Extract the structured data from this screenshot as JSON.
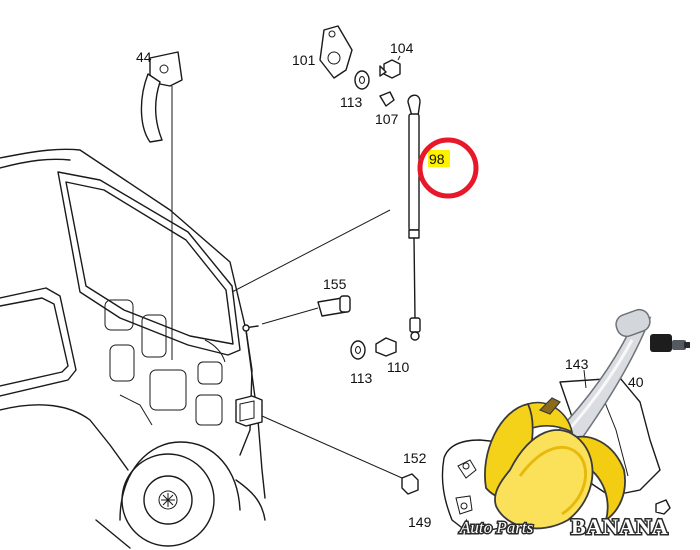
{
  "callouts": [
    {
      "key": "c44",
      "text": "44"
    },
    {
      "key": "c101",
      "text": "101"
    },
    {
      "key": "c104",
      "text": "104"
    },
    {
      "key": "c113a",
      "text": "113"
    },
    {
      "key": "c107",
      "text": "107"
    },
    {
      "key": "c98",
      "text": "98"
    },
    {
      "key": "c155",
      "text": "155"
    },
    {
      "key": "c113b",
      "text": "113"
    },
    {
      "key": "c110",
      "text": "110"
    },
    {
      "key": "c143",
      "text": "143"
    },
    {
      "key": "c140",
      "text": "40"
    },
    {
      "key": "c152",
      "text": "152"
    },
    {
      "key": "c149",
      "text": "149"
    }
  ],
  "highlight": {
    "label": "98",
    "marker_color": "#e8182b",
    "fill_color": "#fff200"
  },
  "watermark": {
    "line1": "Auto Parts",
    "line2": "BANANA",
    "banana_color": "#f5d21a"
  }
}
